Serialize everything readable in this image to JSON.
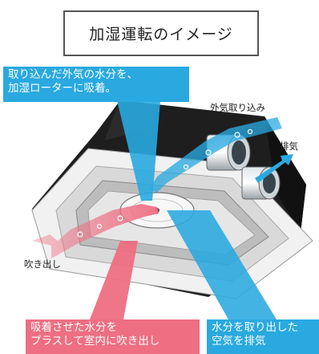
{
  "title": "加湿運転のイメージ",
  "callouts": {
    "top": "取り込んだ外気の水分を、\n加湿ローターに吸着。",
    "bottom_left": "吸着させた水分を\nプラスして室内に吹き出し",
    "bottom_right": "水分を取り出した\n空気を排気"
  },
  "labels": {
    "intake": "外気取り込み",
    "exhaust": "排気",
    "outflow": "吹き出し"
  },
  "colors": {
    "moist_air": "#29a9e0",
    "humidified_air": "#ee6e82",
    "unit_body": "#1e1e1e",
    "panel": "#eeeeee"
  }
}
